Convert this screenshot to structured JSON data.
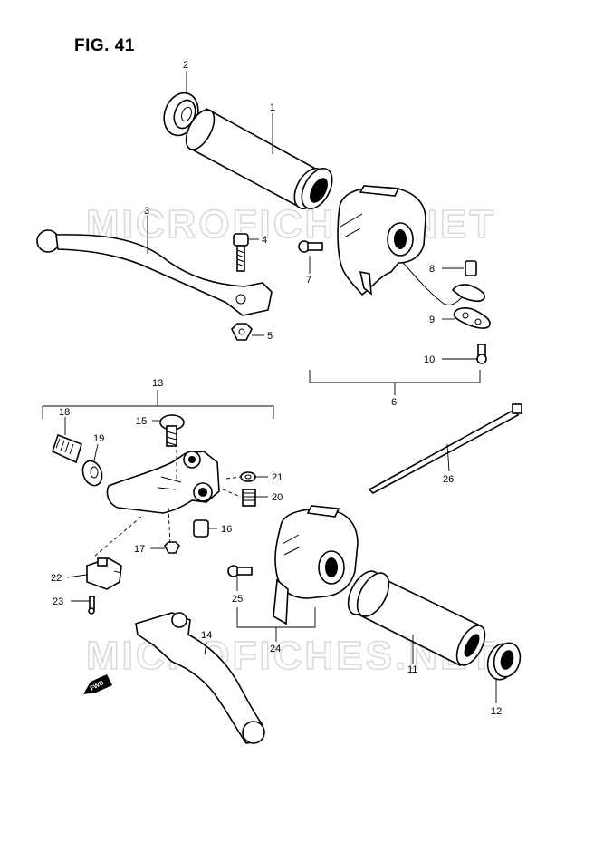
{
  "figure": {
    "title": "FIG. 41"
  },
  "watermark": "MICROFICHES.NET",
  "fwd_marker": "FWD",
  "callouts": {
    "c1": "1",
    "c2": "2",
    "c3": "3",
    "c4": "4",
    "c5": "5",
    "c6": "6",
    "c7": "7",
    "c8": "8",
    "c9": "9",
    "c10": "10",
    "c11": "11",
    "c12": "12",
    "c13": "13",
    "c14": "14",
    "c15": "15",
    "c16": "16",
    "c17": "17",
    "c18": "18",
    "c19": "19",
    "c20": "20",
    "c21": "21",
    "c22": "22",
    "c23": "23",
    "c24": "24",
    "c25": "25",
    "c26": "26"
  }
}
